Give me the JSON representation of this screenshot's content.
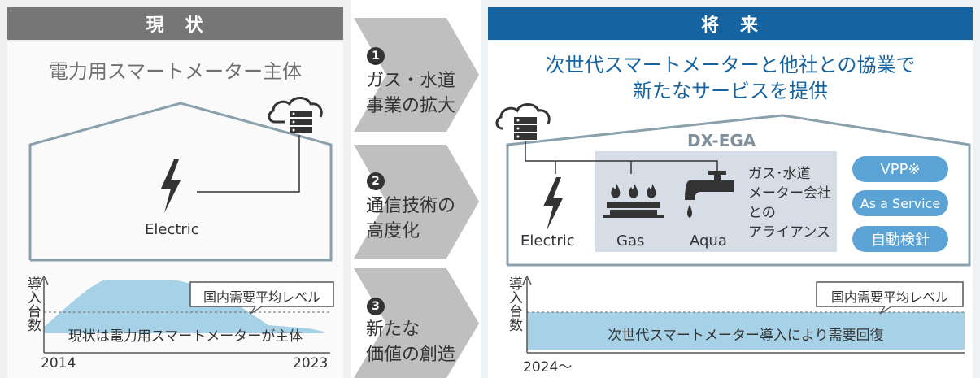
{
  "left": {
    "header": "現　状",
    "subtitle": "電力用スマートメーター主体",
    "electric_label": "Electric",
    "chart_level_label": "国内需要平均レベル",
    "chart_caption": "現状は電力用スマートメーターが主体",
    "y_axis": "導入台数",
    "x_start": "2014",
    "x_end": "2023"
  },
  "middle": {
    "steps": [
      {
        "num": "1",
        "lines": [
          "ガス・水道",
          "事業の拡大"
        ]
      },
      {
        "num": "2",
        "lines": [
          "通信技術の",
          "高度化"
        ]
      },
      {
        "num": "3",
        "lines": [
          "新たな",
          "価値の創造"
        ]
      }
    ]
  },
  "right": {
    "header": "将　来",
    "title_line1": "次世代スマートメーターと他社との協業で",
    "title_line2": "新たなサービスを提供",
    "dx_label": "DX-EGA",
    "electric_label": "Electric",
    "gas_label": "Gas",
    "aqua_label": "Aqua",
    "alliance_lines": [
      "ガス･水道",
      "メーター会社",
      "との",
      "アライアンス"
    ],
    "services": [
      "VPP※",
      "As a Service",
      "自動検針"
    ],
    "chart_level_label": "国内需要平均レベル",
    "chart_caption": "次世代スマートメーター導入により需要回復",
    "y_axis": "導入台数",
    "x_start": "2024～"
  },
  "colors": {
    "left_header": "#767676",
    "right_header": "#1563a0",
    "chart_fill": "#a7d1e6",
    "pill": "#5ba3d4",
    "house_line": "#8aa0ad"
  }
}
